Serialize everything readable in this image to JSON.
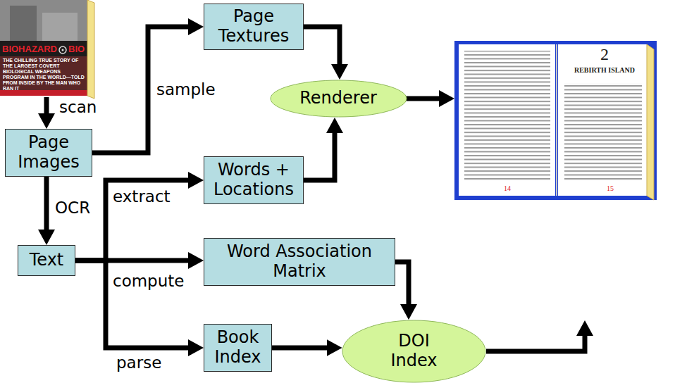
{
  "diagram": {
    "nodes": [
      {
        "text": [
          "Page Textures"
        ]
      },
      {
        "text": [
          "Renderer"
        ]
      },
      {
        "text": [
          "Page Images"
        ]
      },
      {
        "text": [
          "Words + Locations"
        ]
      },
      {
        "text": [
          "Text"
        ]
      },
      {
        "text": [
          "Word Association Matrix"
        ]
      },
      {
        "text": [
          "Book Index"
        ]
      },
      {
        "text": [
          "DOI Index"
        ]
      }
    ],
    "edges": [
      {
        "from": 2,
        "to": 0,
        "arrow": "to",
        "label": "sample"
      },
      {
        "from": 0,
        "to": 1,
        "arrow": "to"
      },
      {
        "from": 2,
        "to": 4,
        "arrow": "to",
        "label": "OCR"
      },
      {
        "from": 4,
        "to": 3,
        "arrow": "to",
        "label": "extract"
      },
      {
        "from": 4,
        "to": 5,
        "arrow": "to",
        "label": "compute"
      },
      {
        "from": 4,
        "to": 6,
        "arrow": "to",
        "label": "parse"
      },
      {
        "from": 3,
        "to": 1,
        "arrow": "to"
      },
      {
        "from": 5,
        "to": 7,
        "arrow": "to"
      },
      {
        "from": 6,
        "to": 7,
        "arrow": "to"
      }
    ],
    "labels": [
      "scan",
      "BIOHAZARD",
      "BIO",
      "THE CHILLING TRUE STORY OF THE LARGEST COVERT BIOLOGICAL WEAPONS PROGRAM IN THE WORLD—TOLD FROM INSIDE BY THE MAN WHO RAN IT",
      "2",
      "REBIRTH ISLAND",
      "14",
      "15"
    ]
  }
}
